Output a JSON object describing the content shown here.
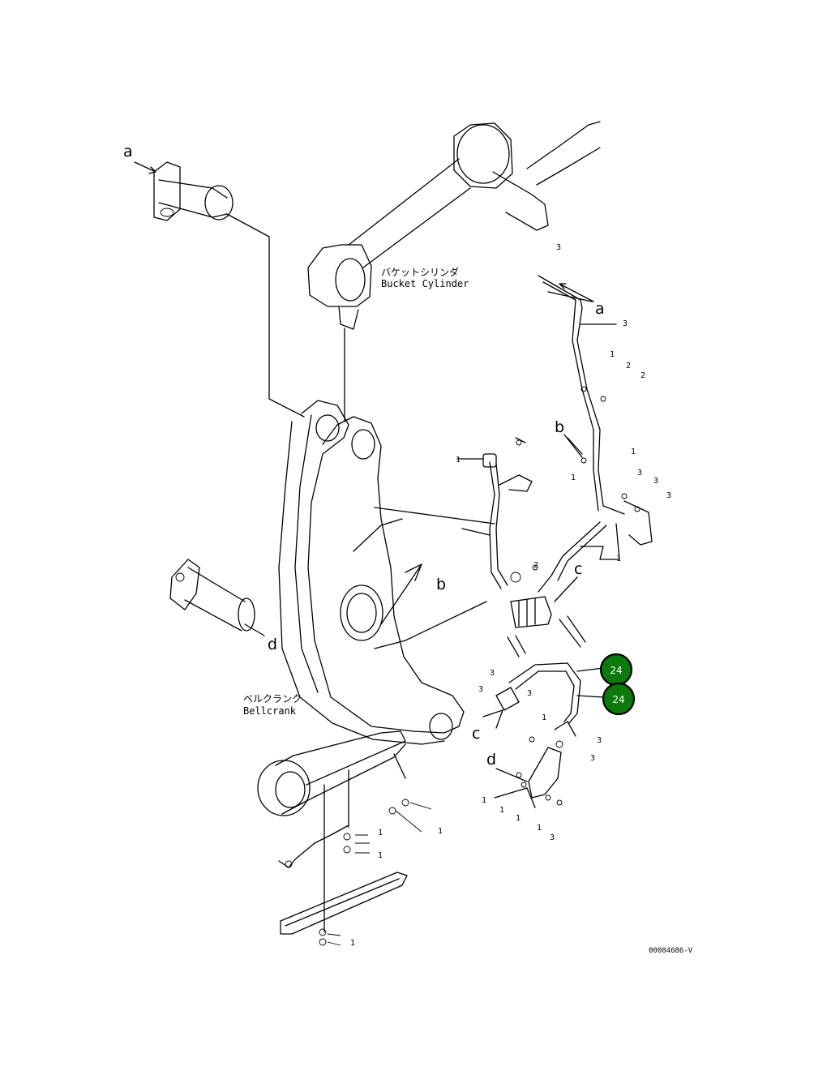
{
  "labels": {
    "bucket_cylinder_jp": "バケットシリンダ",
    "bucket_cylinder_en": "Bucket Cylinder",
    "bellcrank_jp": "ベルクランク",
    "bellcrank_en": "Bellcrank",
    "drawing_id": "00084686-V"
  },
  "reference_letters": {
    "a1": "a",
    "a2": "a",
    "b1": "b",
    "b2": "b",
    "c1": "c",
    "c2": "c",
    "d1": "d",
    "d2": "d"
  },
  "callouts": [
    {
      "id": "callout-1",
      "text": "24"
    },
    {
      "id": "callout-2",
      "text": "24"
    }
  ],
  "part_numbers": {
    "p1": "3",
    "p2": "3",
    "p3": "1",
    "p4": "2",
    "p5": "2",
    "p6": "1",
    "p7": "1",
    "p8": "3",
    "p9": "3",
    "p10": "3",
    "p11": "1",
    "p12": "1",
    "p13": "2",
    "p14": "3",
    "p15": "3",
    "p16": "3",
    "p17": "1",
    "p18": "3",
    "p19": "3",
    "p20": "1",
    "p21": "1",
    "p22": "1",
    "p23": "1",
    "p24": "3",
    "p25": "1",
    "p26": "1",
    "p27": "1",
    "p28": "1"
  }
}
